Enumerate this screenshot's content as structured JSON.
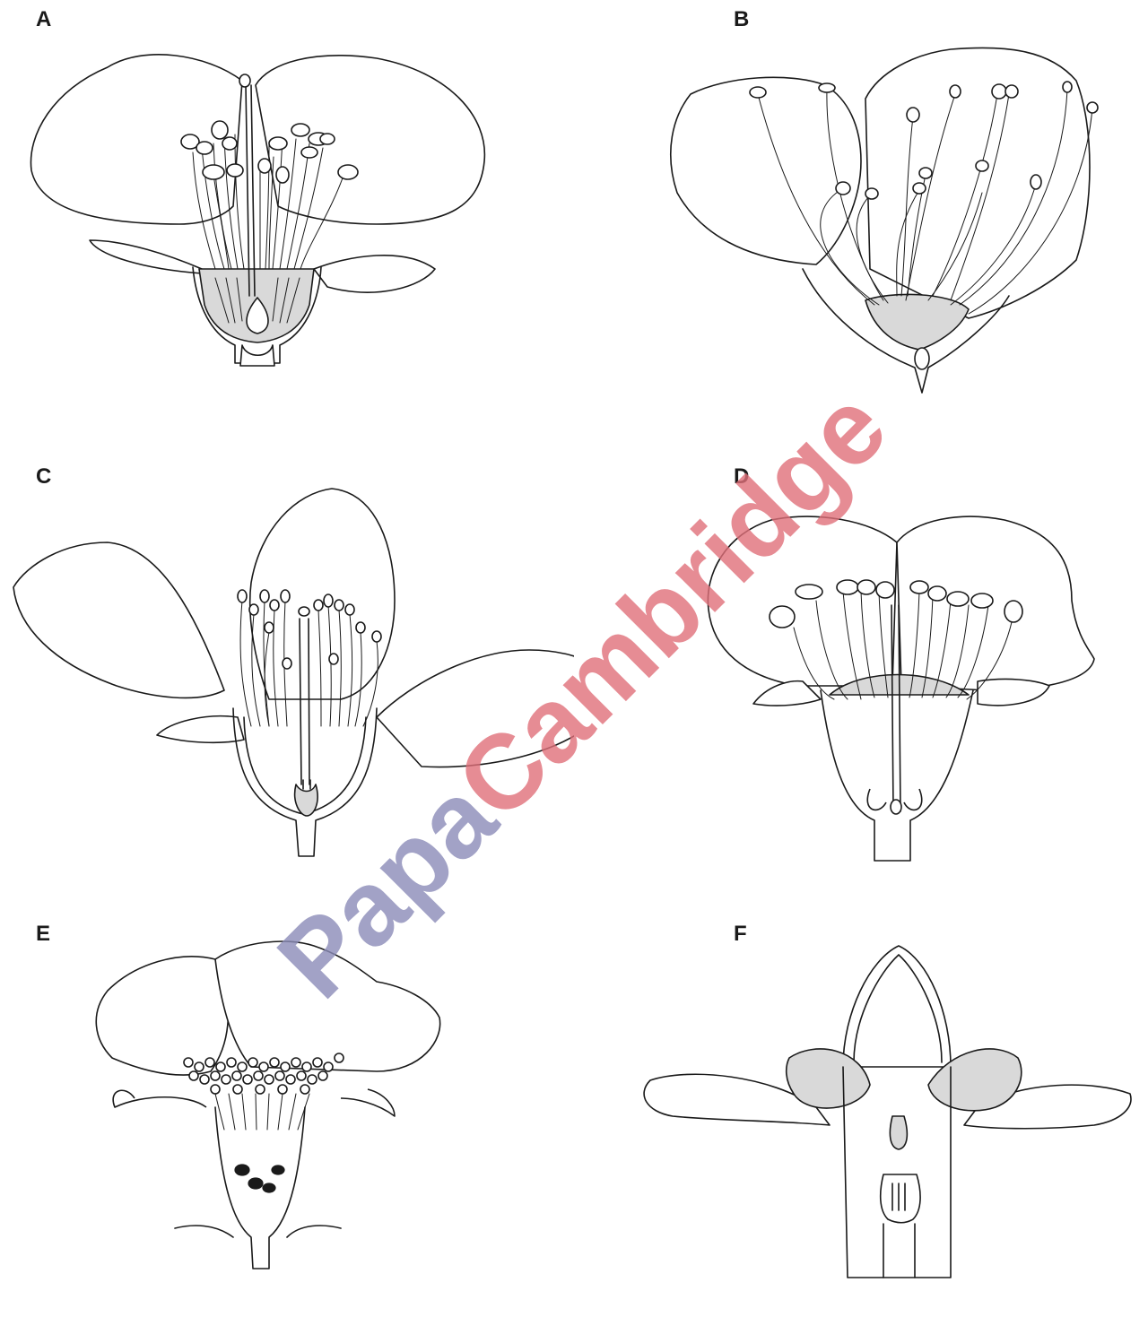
{
  "figure": {
    "panels": [
      {
        "label": "A"
      },
      {
        "label": "B"
      },
      {
        "label": "C"
      },
      {
        "label": "D"
      },
      {
        "label": "E"
      },
      {
        "label": "F"
      }
    ]
  },
  "watermark": {
    "text": "PapaCambridge",
    "colors": {
      "part1": "#8b8cb8",
      "part2": "#e0707a"
    }
  },
  "colors": {
    "line": "#1a1a1a",
    "tissue_fill": "#d9d9d9",
    "background": "#ffffff"
  }
}
